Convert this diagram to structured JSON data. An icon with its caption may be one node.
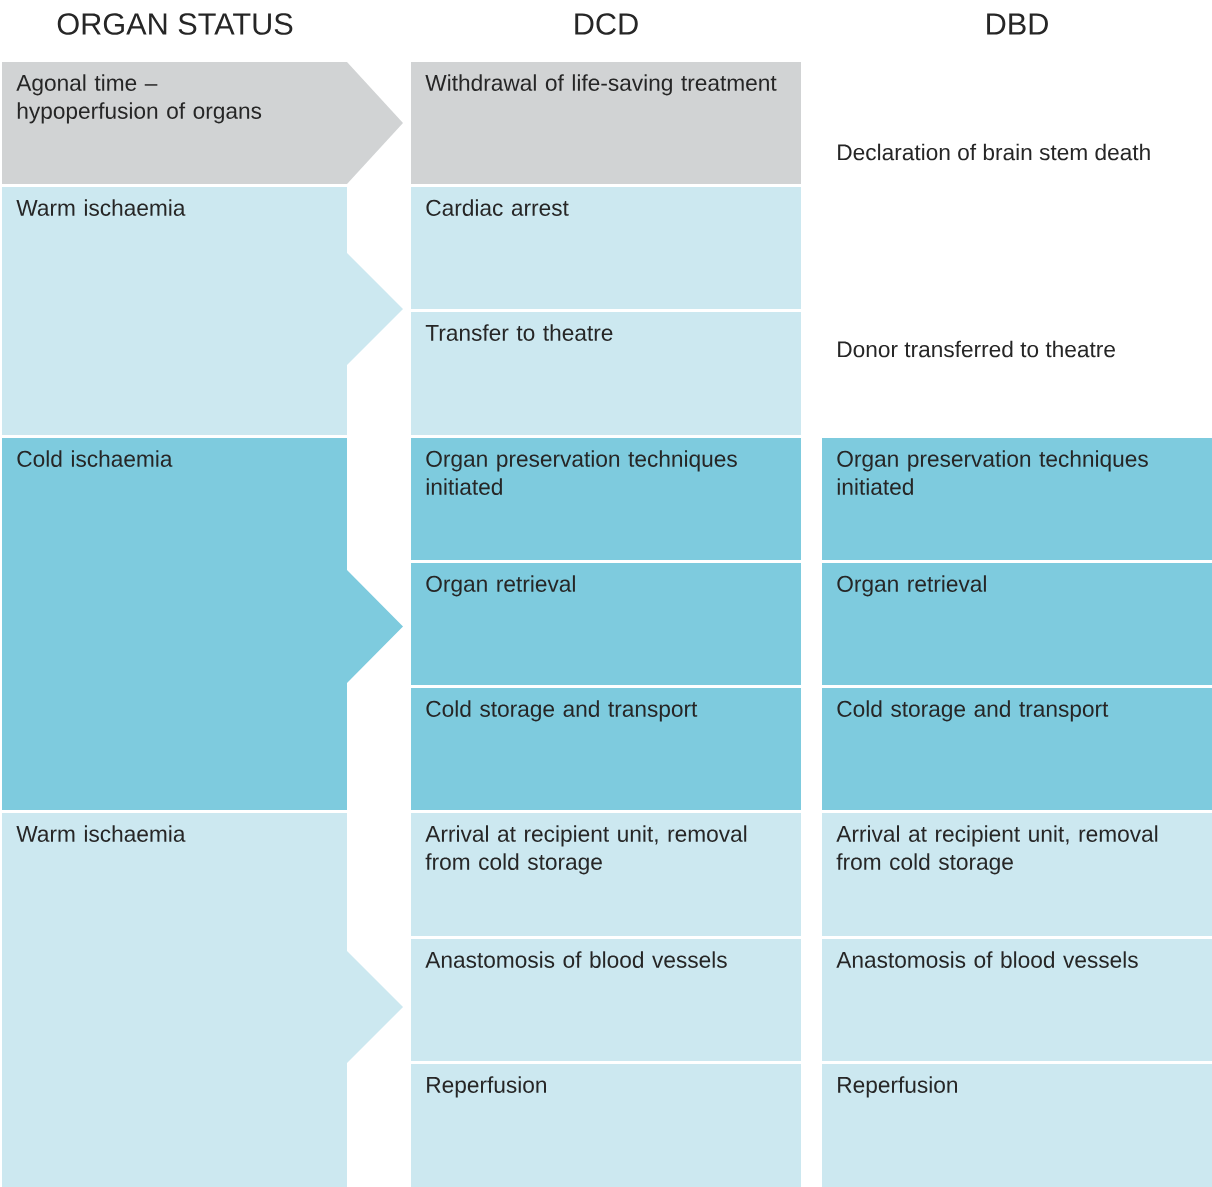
{
  "diagram": {
    "nodes": [
      {
        "text": [
          "Agonal time – hypoperfusion of organs"
        ]
      },
      {
        "text": [
          "Warm ischaemia"
        ]
      },
      {
        "text": [
          "Cold ischaemia"
        ]
      },
      {
        "text": [
          "Warm ischaemia"
        ]
      },
      {
        "text": [
          "Withdrawal of life-saving treatment"
        ]
      },
      {
        "text": [
          "Cardiac arrest"
        ]
      },
      {
        "text": [
          "Transfer to theatre"
        ]
      },
      {
        "text": [
          "Organ preservation techniques initiated"
        ]
      },
      {
        "text": [
          "Organ retrieval"
        ]
      },
      {
        "text": [
          "Cold storage and transport"
        ]
      },
      {
        "text": [
          "Arrival at recipient unit, removal from cold storage"
        ]
      },
      {
        "text": [
          "Anastomosis of blood vessels"
        ]
      },
      {
        "text": [
          "Reperfusion"
        ]
      },
      {
        "text": [
          "Organ preservation techniques initiated"
        ]
      },
      {
        "text": [
          "Organ retrieval"
        ]
      },
      {
        "text": [
          "Cold storage and transport"
        ]
      },
      {
        "text": [
          "Arrival at recipient unit, removal from cold storage"
        ]
      },
      {
        "text": [
          "Anastomosis of blood vessels"
        ]
      },
      {
        "text": [
          "Reperfusion"
        ]
      }
    ],
    "labels": [
      "ORGAN STATUS",
      "DCD",
      "DBD",
      "Declaration of brain stem death",
      "Donor transferred to theatre"
    ]
  }
}
